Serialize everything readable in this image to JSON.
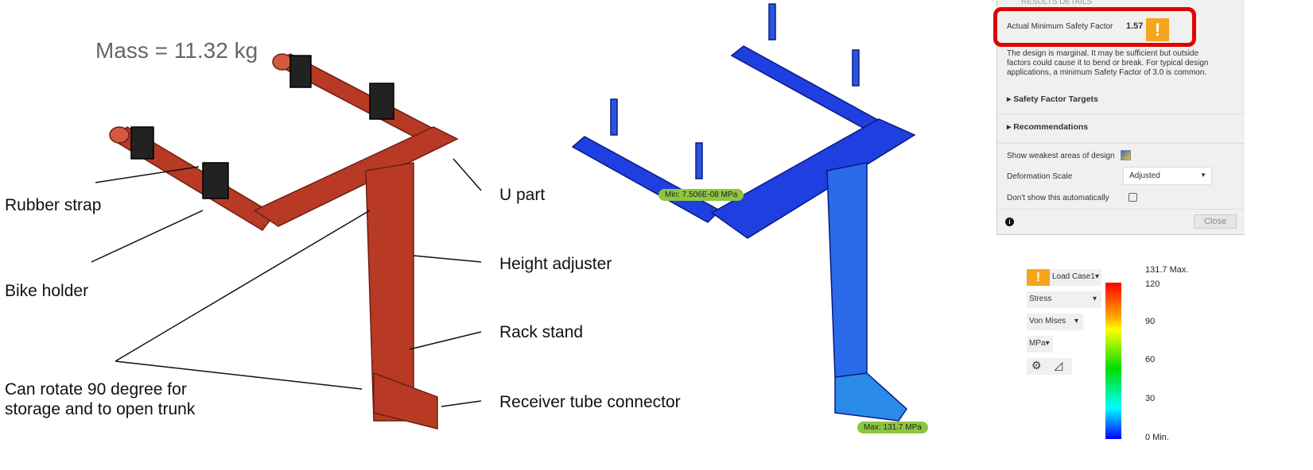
{
  "mass": "Mass = 11.32 kg",
  "labels": {
    "rubber_strap": "Rubber strap",
    "bike_holder": "Bike holder",
    "rotate": "Can rotate 90 degree for storage and to open trunk",
    "u_part": "U part",
    "height_adjuster": "Height adjuster",
    "rack_stand": "Rack stand",
    "receiver": "Receiver tube connector"
  },
  "sim": {
    "min_tag": "Min: 7.506E-08 MPa",
    "max_tag": "Max: 131.7 MPa"
  },
  "panel": {
    "header": "RESULTS DETAILS",
    "sf_label": "Actual Minimum Safety Factor",
    "sf_value": "1.57",
    "warn_glyph": "!",
    "description": "The design is marginal. It may be sufficient but outside factors could cause it to bend or break. For typical design applications, a minimum Safety Factor of 3.0 is common.",
    "safety_targets": "Safety Factor Targets",
    "recommendations": "Recommendations",
    "weakest": "Show weakest areas of design",
    "deformation_label": "Deformation Scale",
    "deformation_value": "Adjusted",
    "dont_show": "Don't show this automatically",
    "close": "Close",
    "highlight_color": "#e00000",
    "warn_color": "#f5a61d"
  },
  "legend": {
    "load_case": "Load Case1",
    "result": "Stress",
    "type": "Von Mises",
    "unit": "MPa",
    "max": "131.7 Max.",
    "min": "0 Min.",
    "ticks": [
      "120",
      "90",
      "60",
      "30"
    ]
  }
}
